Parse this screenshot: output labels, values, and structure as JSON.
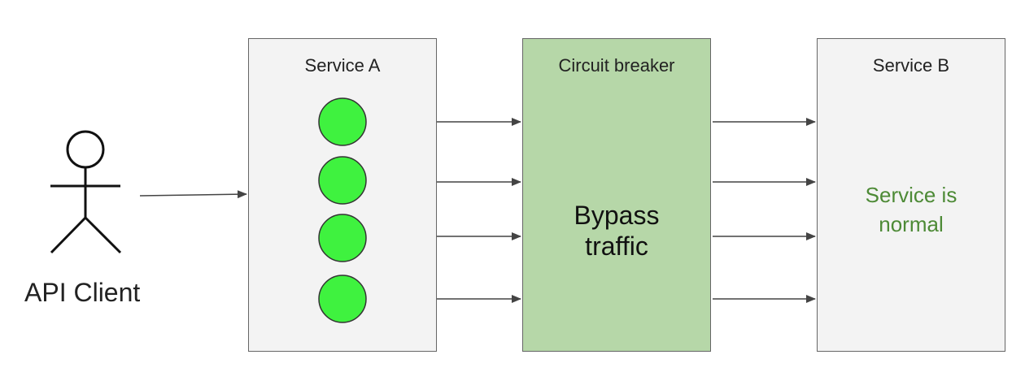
{
  "client": {
    "label": "API Client",
    "icon": "person-icon"
  },
  "service_a": {
    "title": "Service A",
    "thread_count": 4,
    "thread_color": "#3ff23f"
  },
  "circuit_breaker": {
    "title": "Circuit breaker",
    "status_line1": "Bypass",
    "status_line2": "traffic",
    "fill_color": "#b6d7a8"
  },
  "service_b": {
    "title": "Service B",
    "status_line1": "Service is",
    "status_line2": "normal",
    "status_color": "#4d8a36"
  },
  "colors": {
    "box_fill": "#f3f3f3",
    "border": "#666666",
    "arrow": "#444444"
  }
}
